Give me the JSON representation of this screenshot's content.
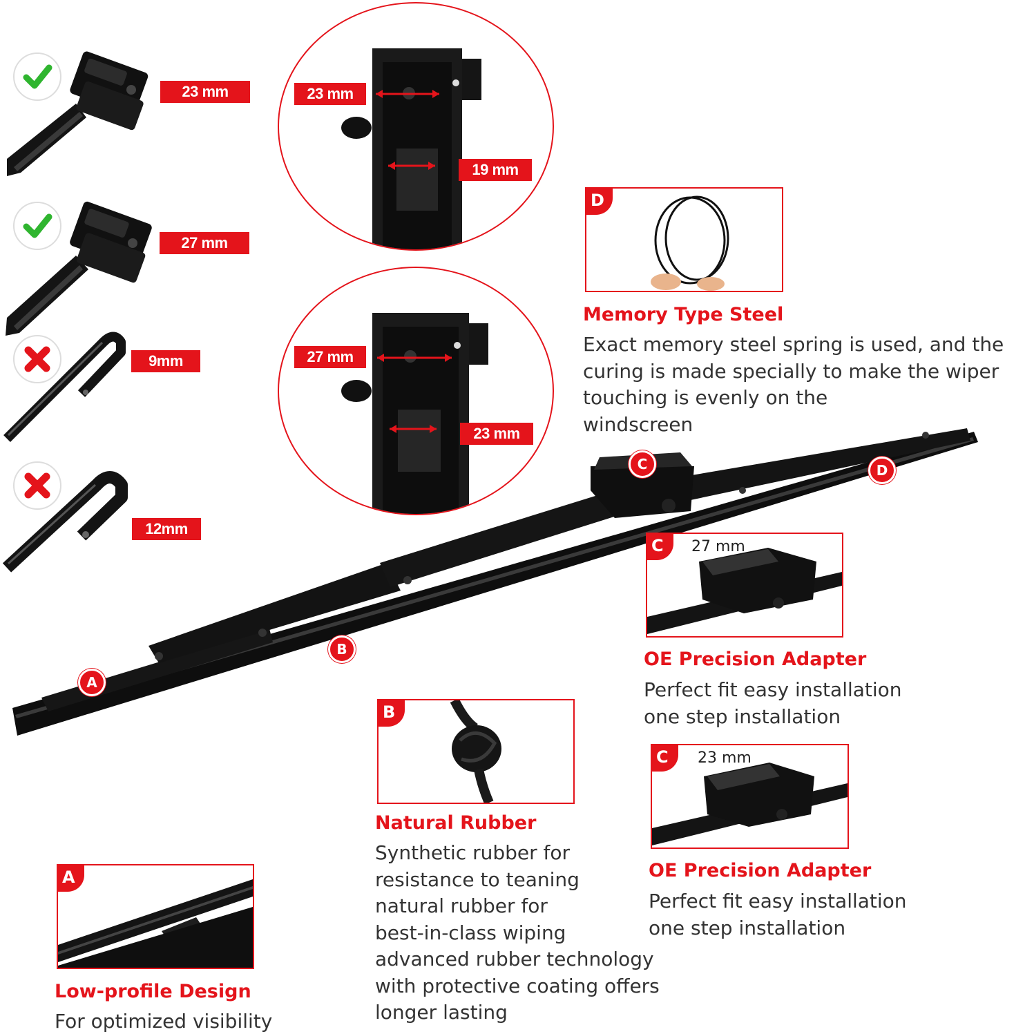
{
  "arm_options": [
    {
      "label": "23 mm",
      "fits": true,
      "status_icon": "check-icon"
    },
    {
      "label": "27 mm",
      "fits": true,
      "status_icon": "check-icon"
    },
    {
      "label": "9mm",
      "fits": false,
      "status_icon": "cross-icon"
    },
    {
      "label": "12mm",
      "fits": false,
      "status_icon": "cross-icon"
    }
  ],
  "adapter_detail_23": {
    "outer": "23 mm",
    "inner": "19 mm"
  },
  "adapter_detail_27": {
    "outer": "27 mm",
    "inner": "23 mm"
  },
  "blade_markers": {
    "a": "A",
    "b": "B",
    "c": "C",
    "d": "D"
  },
  "features": {
    "memory_steel": {
      "tag": "D",
      "title": "Memory Type Steel",
      "lines": [
        "Exact memory steel spring is used, and the",
        "curing is made specially to make the wiper",
        "touching is evenly on the",
        "windscreen"
      ]
    },
    "adapter_27": {
      "tag": "C",
      "dimension": "27 mm",
      "title": "OE Precision Adapter",
      "lines": [
        "Perfect fit easy installation",
        "one step installation"
      ]
    },
    "adapter_23": {
      "tag": "C",
      "dimension": "23 mm",
      "title": "OE Precision Adapter",
      "lines": [
        "Perfect fit easy installation",
        "one step installation"
      ]
    },
    "natural_rubber": {
      "tag": "B",
      "title": "Natural Rubber",
      "lines": [
        "Synthetic rubber for",
        "resistance to teaning",
        "natural rubber for",
        "best-in-class wiping",
        "advanced rubber technology",
        "with protective coating offers",
        "longer lasting"
      ]
    },
    "low_profile": {
      "tag": "A",
      "title": "Low-profile Design",
      "lines": [
        "For optimized visibility"
      ]
    }
  },
  "colors": {
    "accent": "#e4141b",
    "check": "#2fb52f",
    "text": "#333333",
    "product": "#111111"
  }
}
